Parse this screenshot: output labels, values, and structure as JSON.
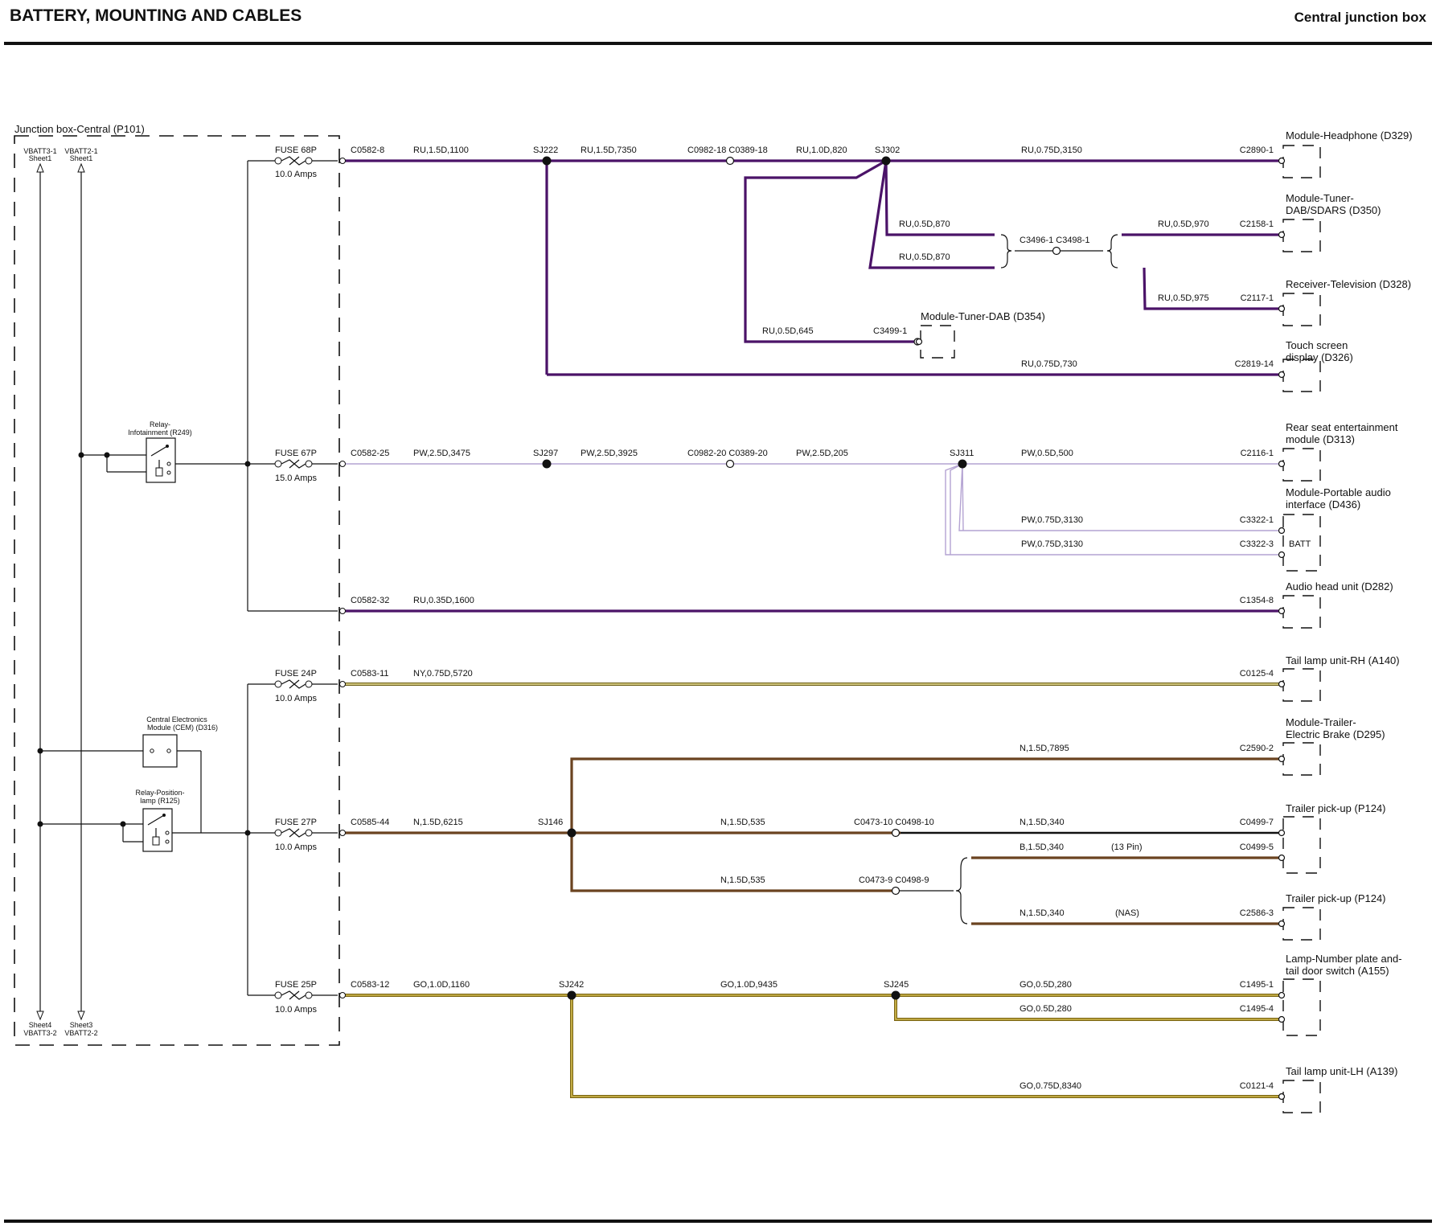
{
  "header": {
    "title": "BATTERY, MOUNTING AND CABLES",
    "subtitle": "Central junction box"
  },
  "junction_box": {
    "label": "Junction box-Central (P101)",
    "top_left": [
      "VBATT3-1",
      "Sheet1"
    ],
    "top_right": [
      "VBATT2-1",
      "Sheet1"
    ],
    "bottom_left": [
      "Sheet4",
      "VBATT3-2"
    ],
    "bottom_right": [
      "Sheet3",
      "VBATT2-2"
    ]
  },
  "relays": {
    "infotainment": [
      "Relay-",
      "Infotainment (R249)"
    ],
    "cem": [
      "Central Electronics",
      "Module (CEM) (D316)"
    ],
    "position_lamp": [
      "Relay-Position-",
      "lamp (R125)"
    ]
  },
  "fuses": {
    "f68": {
      "name": "FUSE 68P",
      "amps": "10.0 Amps"
    },
    "f67": {
      "name": "FUSE 67P",
      "amps": "15.0 Amps"
    },
    "f24": {
      "name": "FUSE 24P",
      "amps": "10.0 Amps"
    },
    "f27": {
      "name": "FUSE 27P",
      "amps": "10.0 Amps"
    },
    "f25": {
      "name": "FUSE 25P",
      "amps": "10.0 Amps"
    }
  },
  "connectors": {
    "c0582_8": "C0582-8",
    "c0582_25": "C0582-25",
    "c0582_32": "C0582-32",
    "c0583_11": "C0583-11",
    "c0585_44": "C0585-44",
    "c0583_12": "C0583-12",
    "c0982_18": "C0982-18 C0389-18",
    "c0982_20": "C0982-20 C0389-20",
    "c3496": "C3496-1 C3498-1",
    "c3499": "C3499-1",
    "c0473_10": "C0473-10 C0498-10",
    "c0473_9": "C0473-9 C0498-9",
    "c2890": "C2890-1",
    "c2158": "C2158-1",
    "c2117": "C2117-1",
    "c2819": "C2819-14",
    "c2116": "C2116-1",
    "c3322_1": "C3322-1",
    "c3322_3": "C3322-3",
    "c1354": "C1354-8",
    "c0125": "C0125-4",
    "c2590": "C2590-2",
    "c0499_7": "C0499-7",
    "c0499_5": "C0499-5",
    "c2586": "C2586-3",
    "c1495_1": "C1495-1",
    "c1495_4": "C1495-4",
    "c0121": "C0121-4",
    "batt": "BATT"
  },
  "splices": {
    "sj222": "SJ222",
    "sj302": "SJ302",
    "sj297": "SJ297",
    "sj311": "SJ311",
    "sj146": "SJ146",
    "sj242": "SJ242",
    "sj245": "SJ245"
  },
  "wires": {
    "w1": "RU,1.5D,1100",
    "w2": "RU,1.5D,7350",
    "w3": "RU,1.0D,820",
    "w4": "RU,0.75D,3150",
    "w5": "RU,0.5D,870",
    "w6": "RU,0.5D,870",
    "w7": "RU,0.5D,970",
    "w8": "RU,0.5D,975",
    "w9": "RU,0.5D,645",
    "w10": "RU,0.75D,730",
    "w11": "PW,2.5D,3475",
    "w12": "PW,2.5D,3925",
    "w13": "PW,2.5D,205",
    "w14": "PW,0.5D,500",
    "w15": "PW,0.75D,3130",
    "w16": "PW,0.75D,3130",
    "w17": "RU,0.35D,1600",
    "w18": "NY,0.75D,5720",
    "w19": "N,1.5D,7895",
    "w20": "N,1.5D,6215",
    "w21": "N,1.5D,535",
    "w22": "N,1.5D,340",
    "w23": "B,1.5D,340",
    "w24": "N,1.5D,535",
    "w25": "N,1.5D,340",
    "w26": "GO,1.0D,1160",
    "w27": "GO,1.0D,9435",
    "w28": "GO,0.5D,280",
    "w29": "GO,0.5D,280",
    "w30": "GO,0.75D,8340"
  },
  "notes": {
    "pin13": "(13 Pin)",
    "nas": "(NAS)"
  },
  "components": {
    "d329": [
      "Module-Headphone (D329)"
    ],
    "d350": [
      "Module-Tuner-",
      "DAB/SDARS (D350)"
    ],
    "d328": [
      "Receiver-Television (D328)"
    ],
    "d354": [
      "Module-Tuner-DAB (D354)"
    ],
    "d326": [
      "Touch screen",
      "display (D326)"
    ],
    "d313": [
      "Rear seat entertainment",
      "module (D313)"
    ],
    "d436": [
      "Module-Portable audio",
      "interface (D436)"
    ],
    "d282": [
      "Audio head unit (D282)"
    ],
    "a140": [
      "Tail lamp unit-RH (A140)"
    ],
    "d295": [
      "Module-Trailer-",
      "Electric Brake (D295)"
    ],
    "p124a": [
      "Trailer pick-up (P124)"
    ],
    "p124b": [
      "Trailer pick-up (P124)"
    ],
    "a155": [
      "Lamp-Number plate and-",
      "tail door switch (A155)"
    ],
    "a139": [
      "Tail lamp unit-LH (A139)"
    ]
  },
  "colors": {
    "RU": "#4b1368",
    "PW": "#b4a3d2",
    "NY": "#cfc36a",
    "N": "#6b4320",
    "B": "#111111",
    "GO": "#a68c22",
    "line": "#111111"
  }
}
